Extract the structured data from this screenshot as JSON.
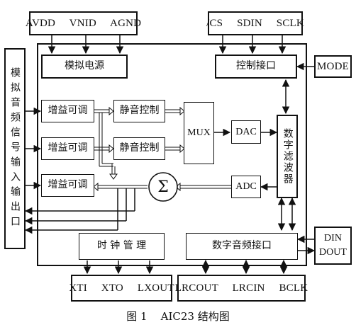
{
  "pins": {
    "power": "AVDD  VNID  AGND",
    "control": "/CS  SDIN  SCLK",
    "mode": "MODE",
    "clock": "XTI  XTO  LXOUT",
    "audio": "LRCOUT  LRCIN  BCLK",
    "din": "DIN",
    "dout": "DOUT"
  },
  "left_io": "模拟音频信号输入输出口",
  "blocks": {
    "analog_power": "模拟电源",
    "control_interface": "控制接口",
    "gain_1": "增益可调",
    "gain_2": "增益可调",
    "gain_3": "增益可调",
    "mute_1": "静音控制",
    "mute_2": "静音控制",
    "mux": "MUX",
    "dac": "DAC",
    "adc": "ADC",
    "digital_filter": "数字滤波器",
    "sum": "Σ",
    "clock_mgmt": "时 钟 管 理",
    "digital_audio_interface": "数字音频接口"
  },
  "caption": "图 1    AIC23 结构图"
}
